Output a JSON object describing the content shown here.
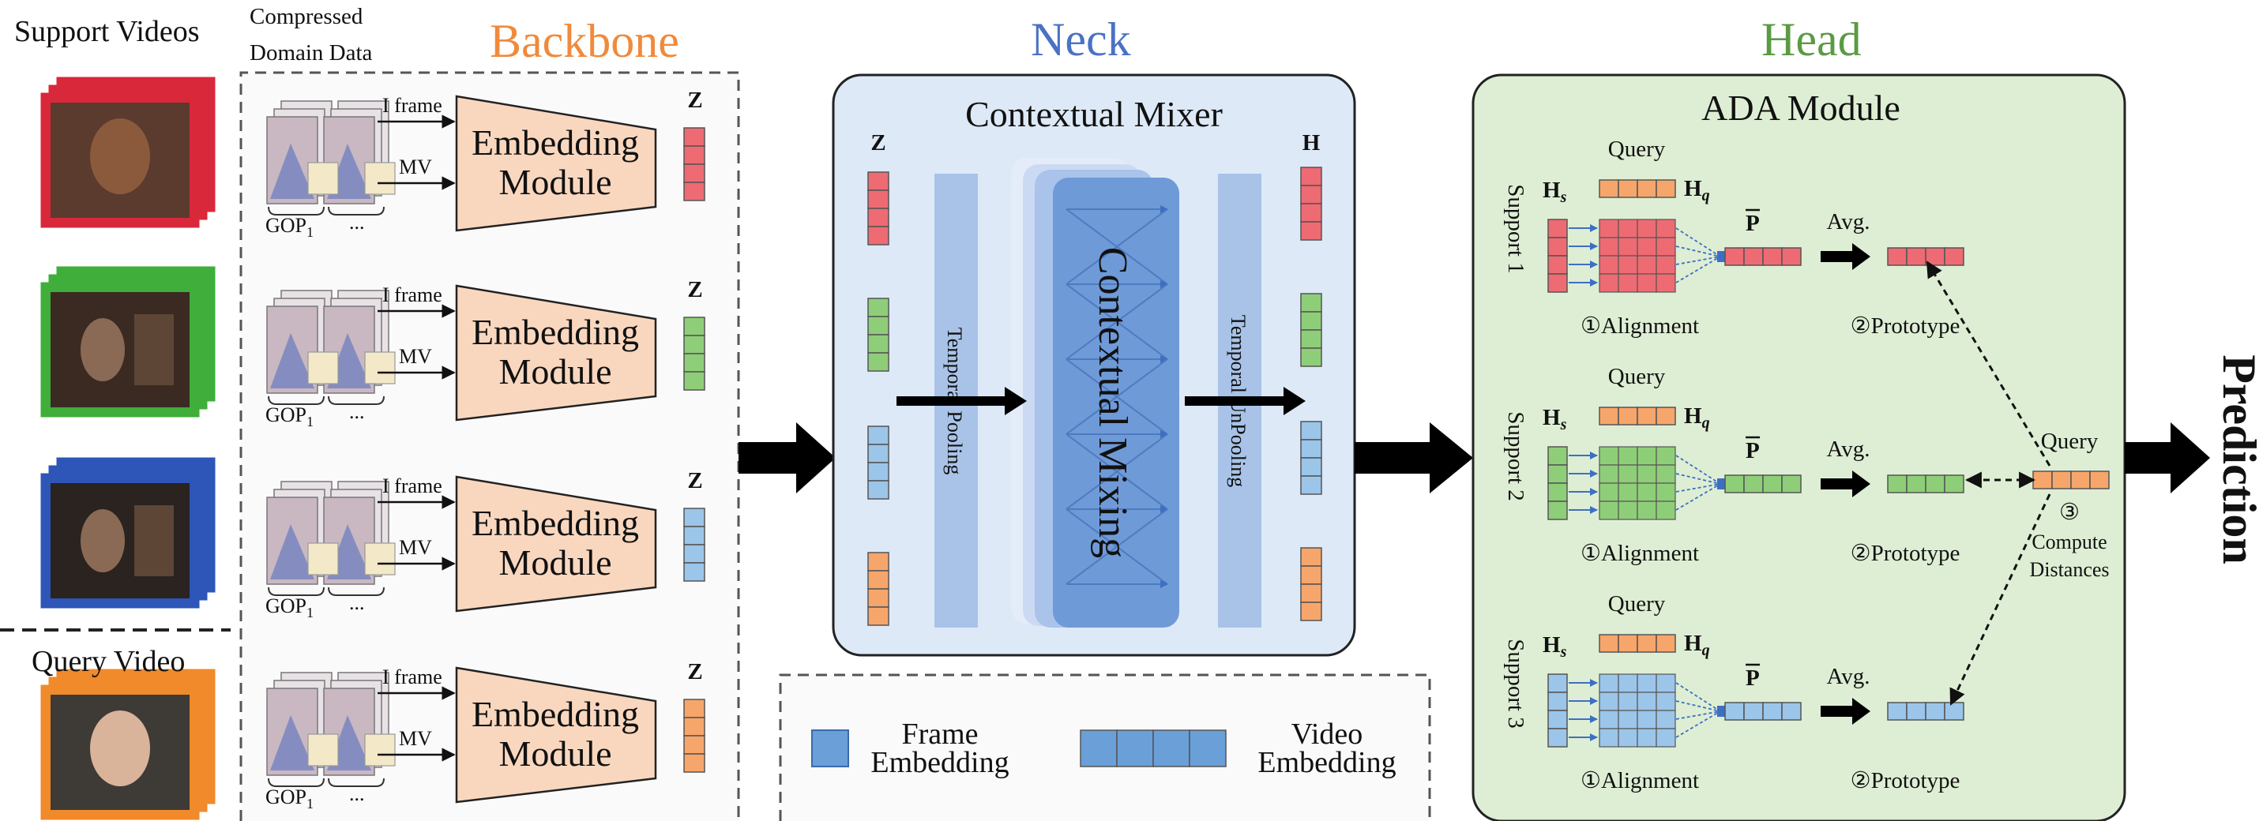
{
  "colors": {
    "backbone": "#f08a3c",
    "neck": "#4a72c4",
    "head": "#5b9a44",
    "red": "#ee6b73",
    "green": "#8fce78",
    "blue": "#9cc5ea",
    "orange": "#f7a66b",
    "embed_fill": "#f9d7bf",
    "neck_panel": "#dde9f7",
    "head_panel": "#deeed4",
    "legend_blue": "#6a9fd8"
  },
  "left": {
    "support_title": "Support Videos",
    "query_title": "Query Video",
    "compressed_line1": "Compressed",
    "compressed_line2": "Domain Data"
  },
  "backbone": {
    "title": "Backbone",
    "rows": [
      {
        "iframe": "I frame",
        "mv": "MV",
        "embed_line1": "Embedding",
        "embed_line2": "Module",
        "z": "Z",
        "gop": "GOP",
        "gop_sub": "1",
        "dots": "..."
      },
      {
        "iframe": "I frame",
        "mv": "MV",
        "embed_line1": "Embedding",
        "embed_line2": "Module",
        "z": "Z",
        "gop": "GOP",
        "gop_sub": "1",
        "dots": "..."
      },
      {
        "iframe": "I frame",
        "mv": "MV",
        "embed_line1": "Embedding",
        "embed_line2": "Module",
        "z": "Z",
        "gop": "GOP",
        "gop_sub": "1",
        "dots": "..."
      },
      {
        "iframe": "I frame",
        "mv": "MV",
        "embed_line1": "Embedding",
        "embed_line2": "Module",
        "z": "Z",
        "gop": "GOP",
        "gop_sub": "1",
        "dots": "..."
      }
    ]
  },
  "neck": {
    "title": "Neck",
    "panel_title": "Contextual Mixer",
    "z_label": "Z",
    "h_label": "H",
    "pooling": "Temporal Pooling",
    "mixing": "Contextual Mixing",
    "unpooling": "Temporal UnPooling"
  },
  "legend": {
    "frame_line1": "Frame",
    "frame_line2": "Embedding",
    "video_line1": "Video",
    "video_line2": "Embedding"
  },
  "head": {
    "title": "Head",
    "panel_title": "ADA Module",
    "supports": [
      {
        "label": "Support 1",
        "query": "Query",
        "hs": "H",
        "hs_sub": "s",
        "hq": "H",
        "hq_sub": "q",
        "p": "P",
        "avg": "Avg.",
        "alignment": "①Alignment",
        "prototype": "②Prototype"
      },
      {
        "label": "Support 2",
        "query": "Query",
        "hs": "H",
        "hs_sub": "s",
        "hq": "H",
        "hq_sub": "q",
        "p": "P",
        "avg": "Avg.",
        "alignment": "①Alignment",
        "prototype": "②Prototype"
      },
      {
        "label": "Support 3",
        "query": "Query",
        "hs": "H",
        "hs_sub": "s",
        "hq": "H",
        "hq_sub": "q",
        "p": "P",
        "avg": "Avg.",
        "alignment": "①Alignment",
        "prototype": "②Prototype"
      }
    ],
    "query_label": "Query",
    "compute_num": "③",
    "compute_line1": "Compute",
    "compute_line2": "Distances"
  },
  "prediction": "Prediction"
}
